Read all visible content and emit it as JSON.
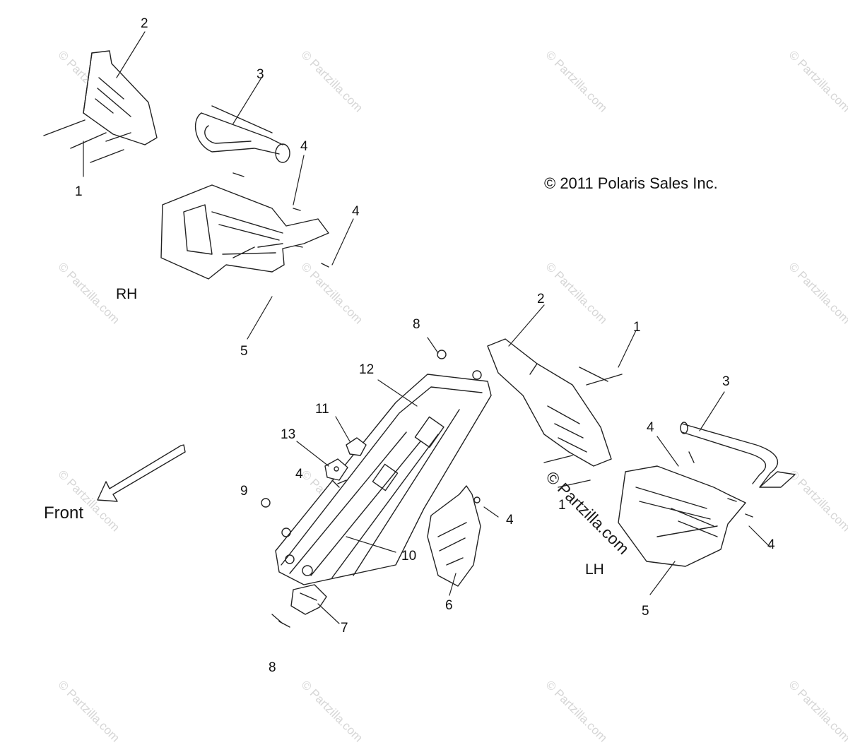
{
  "diagram": {
    "copyright": "© 2011 Polaris Sales Inc.",
    "side_labels": {
      "rh": "RH",
      "lh": "LH"
    },
    "direction_label": "Front",
    "watermark_text": "© Partzilla.com",
    "callouts": {
      "rh_1": "1",
      "rh_2": "2",
      "rh_3": "3",
      "rh_4a": "4",
      "rh_4b": "4",
      "rh_5": "5",
      "c_8a": "8",
      "c_12": "12",
      "c_11": "11",
      "c_13": "13",
      "c_4": "4",
      "c_9": "9",
      "c_10": "10",
      "c_7": "7",
      "c_8b": "8",
      "c_6": "6",
      "c_4b": "4",
      "lh_2": "2",
      "lh_1a": "1",
      "lh_1b": "1",
      "lh_3": "3",
      "lh_4a": "4",
      "lh_4b": "4",
      "lh_5": "5"
    }
  }
}
